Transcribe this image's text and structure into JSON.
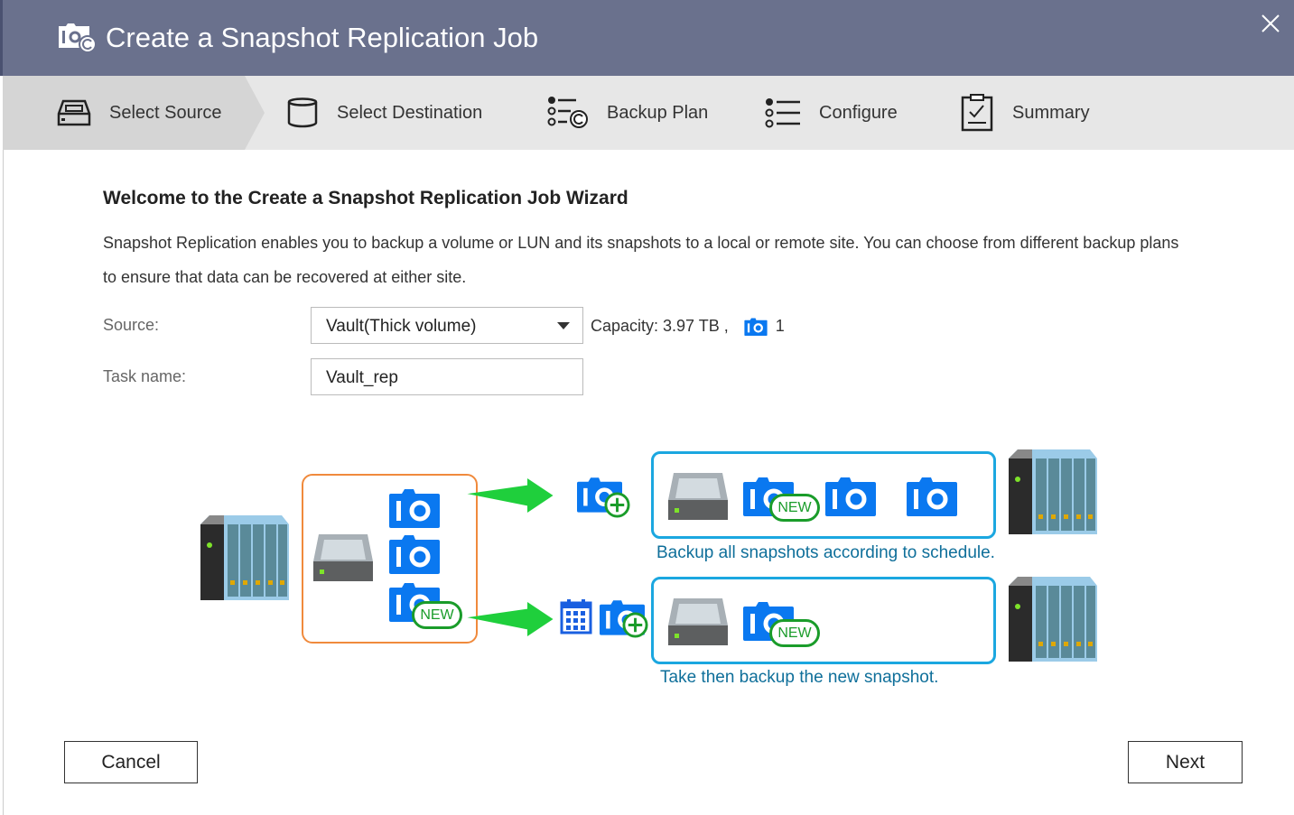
{
  "window": {
    "title": "Create a Snapshot Replication Job"
  },
  "steps": [
    {
      "label": "Select Source",
      "icon": "drive-icon",
      "active": true
    },
    {
      "label": "Select Destination",
      "icon": "database-icon"
    },
    {
      "label": "Backup Plan",
      "icon": "backup-plan-icon"
    },
    {
      "label": "Configure",
      "icon": "list-icon"
    },
    {
      "label": "Summary",
      "icon": "clipboard-check-icon"
    }
  ],
  "main": {
    "heading": "Welcome to the Create a Snapshot Replication Job Wizard",
    "description": "Snapshot Replication enables you to backup a volume or LUN and its snapshots to a local or remote site. You can choose from different backup plans to ensure that data can be recovered at either site.",
    "source_label": "Source:",
    "source_value": "Vault(Thick volume)",
    "capacity": "Capacity: 3.97 TB ,",
    "snapshot_count": "1",
    "task_label": "Task name:",
    "task_value": "Vault_rep"
  },
  "diagram": {
    "new_badge": "NEW",
    "plan1_caption": "Backup all snapshots according to schedule.",
    "plan2_caption": "Take then backup the new snapshot.",
    "colors": {
      "snapshot": "#0a78f0",
      "arrow": "#1fcf3c",
      "source_border": "#f08a3c",
      "dest_border": "#1ba7e0"
    }
  },
  "footer": {
    "cancel": "Cancel",
    "next": "Next"
  }
}
